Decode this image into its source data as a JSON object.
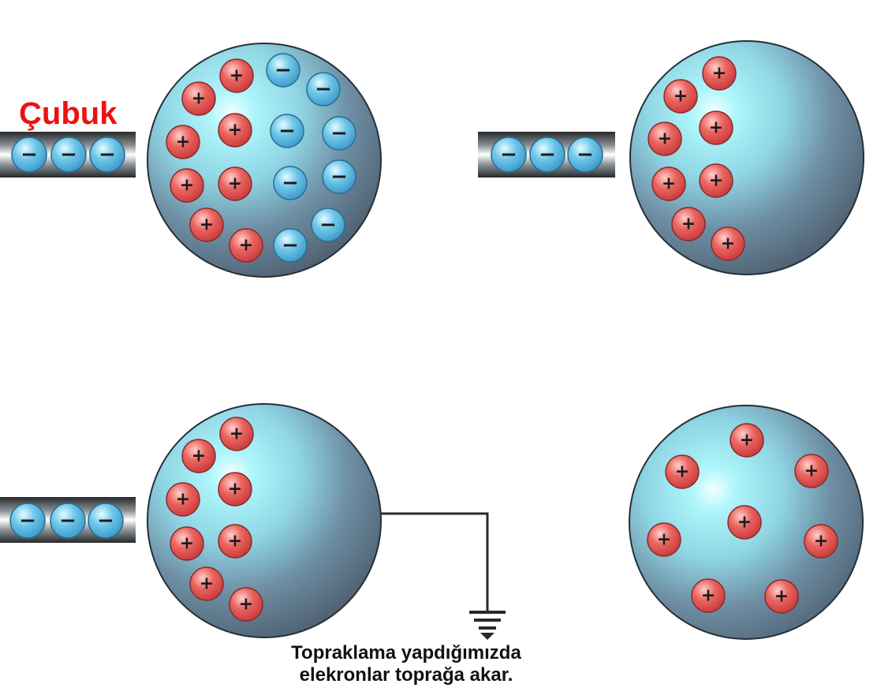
{
  "rod_label": "Çubuk",
  "caption": {
    "line1": "Topraklama yapdığımızda",
    "line2": "elekronlar toprağa akar."
  },
  "charge_symbols": {
    "positive": "+",
    "negative": "−"
  },
  "colors": {
    "label_red": "#ee1111",
    "positive_charge": "#e0504f",
    "negative_charge": "#4fb3de",
    "sphere_light": "#bff8ff",
    "sphere_dark": "#4f5f70",
    "rod_dark": "#2d3133",
    "ground_wire": "#2a2a2a"
  },
  "panels": [
    {
      "name": "panel-1-rod-near-sphere",
      "rod_negatives": 3,
      "sphere_positives": 8,
      "sphere_negatives": 8,
      "grounded": false
    },
    {
      "name": "panel-2-charges-separated",
      "rod_negatives": 3,
      "sphere_positives": 8,
      "sphere_negatives": 0,
      "grounded": false
    },
    {
      "name": "panel-3-grounded",
      "rod_negatives": 3,
      "sphere_positives": 8,
      "sphere_negatives": 0,
      "grounded": true
    },
    {
      "name": "panel-4-positively-charged-sphere",
      "rod_negatives": 0,
      "sphere_positives": 8,
      "sphere_negatives": 0,
      "grounded": false
    }
  ]
}
